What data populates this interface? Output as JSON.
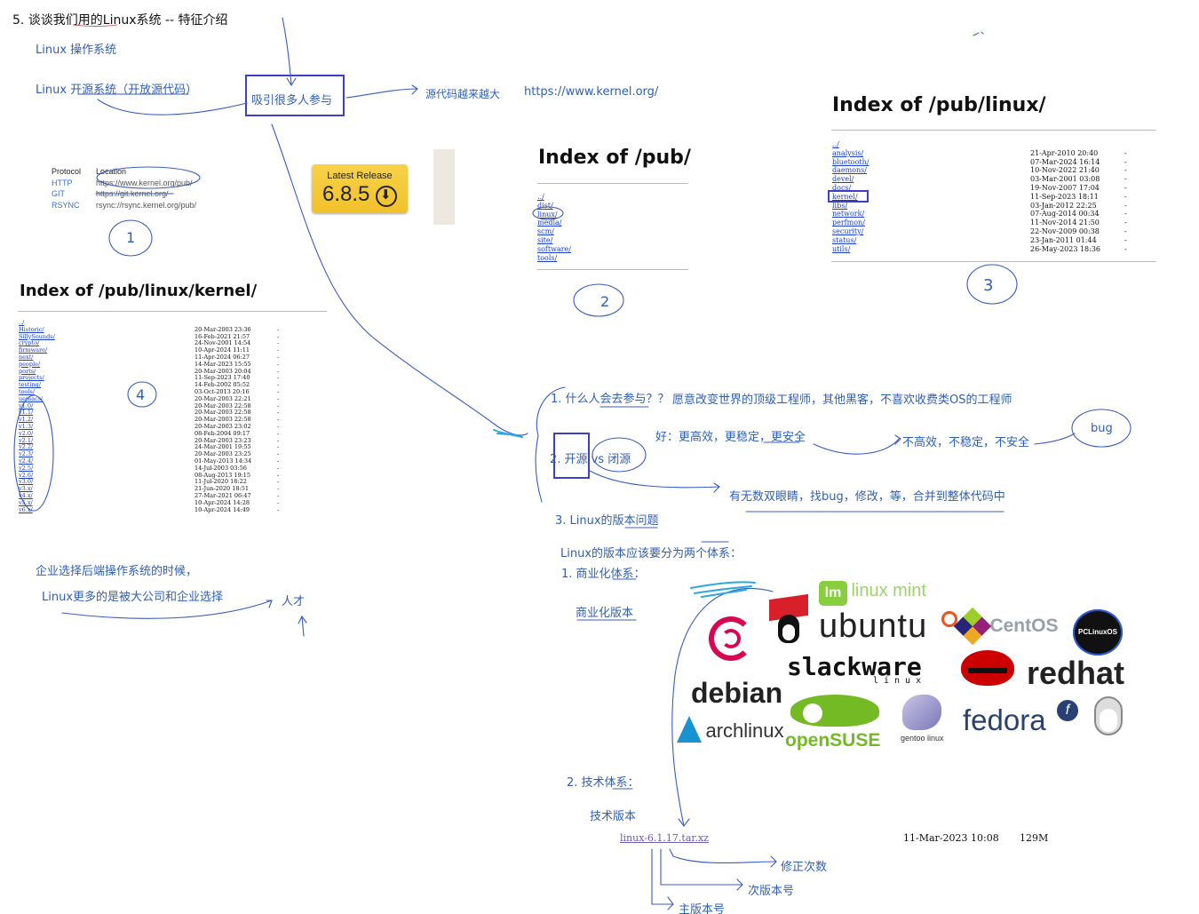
{
  "header": {
    "title": "5. 谈谈我们用的Linux系统 -- 特征介绍"
  },
  "notes": {
    "linux_os": "Linux 操作系统",
    "open_source": "Linux 开源系统（开放源代码）",
    "attract": "吸引很多人参与",
    "more_code": "源代码越来越大",
    "kernel_url": "https://www.kernel.org/"
  },
  "protocols": {
    "head_protocol": "Protocol",
    "head_location": "Location",
    "rows": [
      {
        "protocol": "HTTP",
        "location": "https://www.kernel.org/pub/"
      },
      {
        "protocol": "GIT",
        "location": "https://git.kernel.org/"
      },
      {
        "protocol": "RSYNC",
        "location": "rsync://rsync.kernel.org/pub/"
      }
    ]
  },
  "release": {
    "label": "Latest Release",
    "version": "6.8.5"
  },
  "index_pub": {
    "title": "Index of /pub/",
    "entries": [
      "../",
      "dist/",
      "linux/",
      "media/",
      "scm/",
      "site/",
      "software/",
      "tools/"
    ]
  },
  "index_linux": {
    "title": "Index of /pub/linux/",
    "entries": [
      "../",
      "analysis/",
      "bluetooth/",
      "daemons/",
      "devel/",
      "docs/",
      "kernel/",
      "libs/",
      "network/",
      "perfmon/",
      "security/",
      "status/",
      "utils/"
    ],
    "dates": [
      "",
      "21-Apr-2010 20:40",
      "07-Mar-2024 16:14",
      "10-Nov-2022 21:40",
      "03-Mar-2001 03:08",
      "19-Nov-2007 17:04",
      "11-Sep-2023 18:11",
      "03-Jan-2012 22:25",
      "07-Aug-2014 00:34",
      "11-Nov-2014 21:50",
      "22-Nov-2009 00:38",
      "23-Jan-2011 01:44",
      "26-May-2023 18:36"
    ],
    "sizes": [
      "",
      "-",
      "-",
      "-",
      "-",
      "-",
      "-",
      "-",
      "-",
      "-",
      "-",
      "-",
      "-"
    ]
  },
  "index_kernel": {
    "title": "Index of /pub/linux/kernel/",
    "entries": [
      "../",
      "Historic/",
      "SillySounds/",
      "crypto/",
      "firmware/",
      "next/",
      "people/",
      "ports/",
      "projects/",
      "testing/",
      "tools/",
      "uemacs/",
      "v1.0/",
      "v1.1/",
      "v1.2/",
      "v1.3/",
      "v2.0/",
      "v2.1/",
      "v2.2/",
      "v2.3/",
      "v2.4/",
      "v2.5/",
      "v2.6/",
      "v3.0/",
      "v3.x/",
      "v4.x/",
      "v5.x/",
      "v6.x/"
    ],
    "dates": [
      "",
      "20-Mar-2003 23:36",
      "16-Feb-2021 21:57",
      "24-Nov-2001 14:54",
      "10-Apr-2024 11:11",
      "11-Apr-2024 06:27",
      "14-Mar-2023 15:55",
      "20-Mar-2003 20:04",
      "11-Sep-2023 17:40",
      "14-Feb-2002 05:52",
      "03-Oct-2013 20:16",
      "20-Mar-2003 22:21",
      "20-Mar-2003 22:58",
      "20-Mar-2003 22:58",
      "20-Mar-2003 22:58",
      "20-Mar-2003 23:02",
      "08-Feb-2004 09:17",
      "20-Mar-2003 23:23",
      "24-Mar-2001 19:55",
      "20-Mar-2003 23:25",
      "01-May-2013 14:34",
      "14-Jul-2003 03:56",
      "08-Aug-2013 19:15",
      "11-Jul-2020 18:22",
      "21-Jun-2020 18:51",
      "27-Mar-2021 06:47",
      "10-Apr-2024 14:28",
      "10-Apr-2024 14:49"
    ],
    "sizes": [
      "",
      "-",
      "-",
      "-",
      "-",
      "-",
      "-",
      "-",
      "-",
      "-",
      "-",
      "-",
      "-",
      "-",
      "-",
      "-",
      "-",
      "-",
      "-",
      "-",
      "-",
      "-",
      "-",
      "-",
      "-",
      "-",
      "-",
      "-"
    ]
  },
  "circles": {
    "one": "1",
    "two": "2",
    "three": "3",
    "four": "4"
  },
  "enterprise": {
    "line1": "企业选择后端操作系统的时候，",
    "line2": "Linux更多的是被大公司和企业选择",
    "talent": "人才"
  },
  "points": {
    "p1": "1. 什么人会去参与？？",
    "p1_desc": "愿意改变世界的顶级工程师，其他黑客，不喜欢收费类OS的工程师",
    "good": "好：更高效，更稳定，更安全",
    "bad": "不高效，不稳定，不安全",
    "bug": "bug",
    "p2": "2. 开源 vs 闭源",
    "eyes": "有无数双眼睛，找bug，修改，等，合并到整体代码中",
    "p3": "3. Linux的版本问题",
    "two_systems": "Linux的版本应该要分为两个体系：",
    "commercial": "1. 商业化体系：",
    "commercial_ver": "商业化版本",
    "tech": "2. 技术体系：",
    "tech_ver": "技术版本"
  },
  "logos": {
    "mint": "linux mint",
    "ubuntu": "ubuntu",
    "centos": "CentOS",
    "pclinuxos": "PCLinuxOS",
    "slackware": "slackware",
    "slackware_sub": "linux",
    "redhat": "redhat",
    "debian": "debian",
    "fedora": "fedora",
    "arch": "archlinux",
    "opensuse": "openSUSE",
    "gentoo": "gentoo linux"
  },
  "tarball": {
    "name": "linux-6.1.17.tar.xz",
    "date": "11-Mar-2023 10:08",
    "size": "129M",
    "revision": "修正次数",
    "minor": "次版本号",
    "major": "主版本号"
  }
}
